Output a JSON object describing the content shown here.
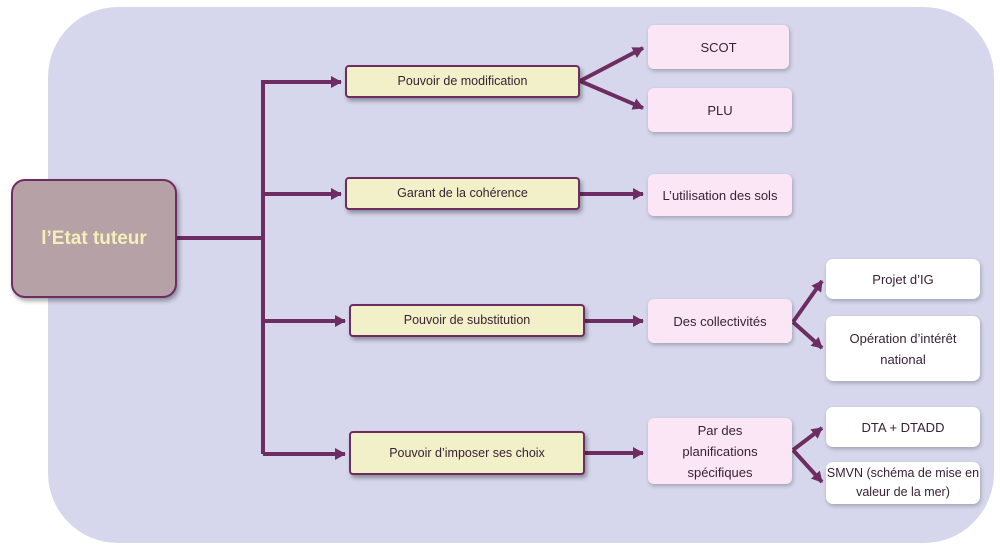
{
  "root": "l’Etat tuteur",
  "branches": [
    "Pouvoir de modification",
    "Garant de la cohérence",
    "Pouvoir de substitution",
    "Pouvoir d’imposer ses choix"
  ],
  "leaves": {
    "scot": "SCOT",
    "plu": "PLU",
    "sols": "L’utilisation des sols",
    "collectivites": "Des collectivités",
    "planifications": "Par des planifications spécifiques"
  },
  "subleaves": {
    "projet_ig": "Projet d’IG",
    "operation": "Opération d’intérêt national",
    "dta": "DTA + DTADD",
    "smvn": "SMVN  (schéma de mise en valeur de la mer)"
  },
  "colors": {
    "line": "#6e2d62",
    "background": "#d6d7ec"
  }
}
